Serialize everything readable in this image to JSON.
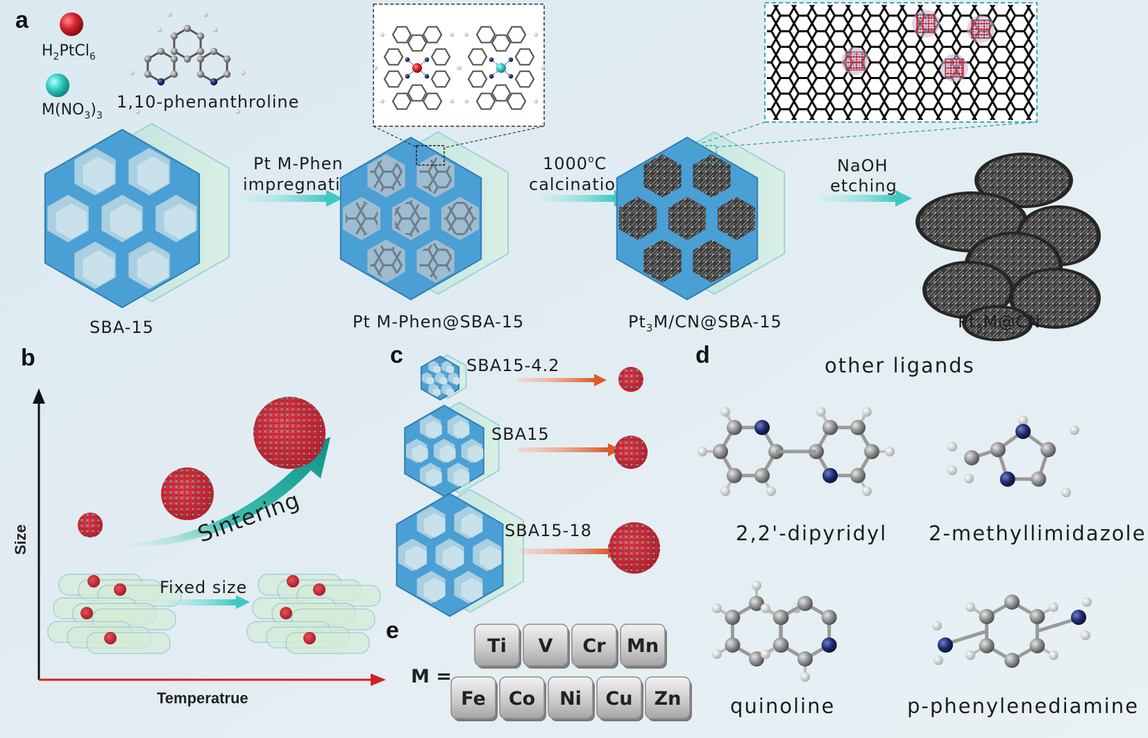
{
  "colors": {
    "background": "#e3eef3",
    "frame_blue": "#4a9fd4",
    "arrow_teal": "#5fd3cf",
    "arrow_orange": "#e06a3b",
    "pt_red": "#d0202e",
    "m_cyan": "#2fc9c2",
    "nitrogen": "#1d2a6b",
    "carbon_grey": "#8a8a8a",
    "axis_black": "#111111",
    "axis_red": "#d42020",
    "sintering_arrow": "#1fa59a"
  },
  "panel_a": {
    "letter": "a",
    "reagent_pt_sub": "2",
    "reagent_pt_a": "H",
    "reagent_pt_b": "PtCl",
    "reagent_pt_sub2": "6",
    "reagent_m_a": "M(NO",
    "reagent_m_sub": "3",
    "reagent_m_b": ")",
    "reagent_m_sub2": "3",
    "ligand": "1,10-phenanthroline",
    "step1_line1": "Pt M-Phen",
    "step1_line2": "impregnation",
    "step2_line1": "1000",
    "step2_sup": "o",
    "step2_line1b": "C",
    "step2_line2": "calcination",
    "step3_line1": "NaOH",
    "step3_line2": "etching",
    "label_sba15": "SBA-15",
    "label_phen_sba": "Pt M-Phen@SBA-15",
    "label_cn_sba_a": "Pt",
    "label_cn_sba_sub": "3",
    "label_cn_sba_b": "M/CN@SBA-15",
    "label_final_a": "Pt",
    "label_final_sub": "3",
    "label_final_b": "M@CN"
  },
  "panel_b": {
    "letter": "b",
    "y_axis": "Size",
    "x_axis": "Temperatrue",
    "sintering": "Sintering",
    "fixed_size": "Fixed size"
  },
  "panel_c": {
    "letter": "c",
    "items": [
      "SBA15-4.2",
      "SBA15",
      "SBA15-18"
    ]
  },
  "panel_d": {
    "letter": "d",
    "title": "other ligands",
    "ligands": [
      "2,2'-dipyridyl",
      "2-methyllimidazole",
      "quinoline",
      "p-phenylenediamine"
    ]
  },
  "panel_e": {
    "letter": "e",
    "prefix": "M =",
    "row1": [
      "Ti",
      "V",
      "Cr",
      "Mn"
    ],
    "row2": [
      "Fe",
      "Co",
      "Ni",
      "Cu",
      "Zn"
    ]
  }
}
